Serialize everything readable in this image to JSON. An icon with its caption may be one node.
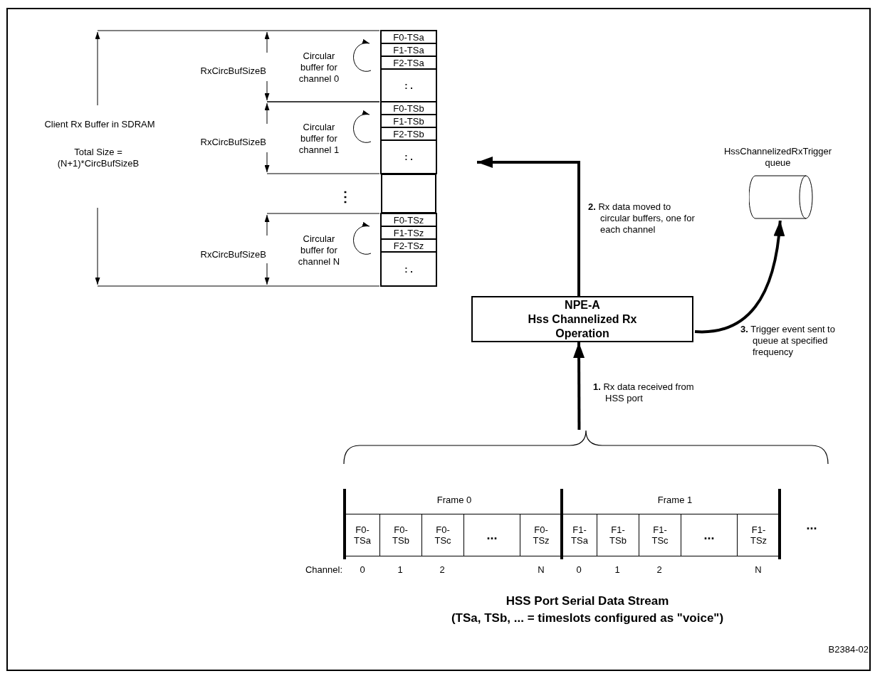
{
  "diagram": {
    "caption": "HSS Port Serial Data Stream",
    "nodes": [
      {
        "text": [
          "F0-TSa"
        ]
      },
      {
        "text": [
          "F1-TSa"
        ]
      },
      {
        "text": [
          "F2-TSa"
        ]
      },
      {
        "text": [
          ":  ."
        ]
      },
      {
        "text": [
          "F0-TSb"
        ]
      },
      {
        "text": [
          "F1-TSb"
        ]
      },
      {
        "text": [
          "F2-TSb"
        ]
      },
      {
        "text": [
          ":  ."
        ]
      },
      {
        "text": [],
        "shape": "box"
      },
      {
        "text": [
          "F0-TSz"
        ]
      },
      {
        "text": [
          "F1-TSz"
        ]
      },
      {
        "text": [
          "F2-TSz"
        ]
      },
      {
        "text": [
          ":  ."
        ]
      },
      {
        "text": [
          "NPE-A",
          "Hss Channelized Rx Operation"
        ]
      },
      {
        "text": [
          "HssChannelizedRxTrigger queue"
        ]
      },
      {
        "text": [
          "F0- TSa"
        ]
      },
      {
        "text": [
          "F0- TSb"
        ]
      },
      {
        "text": [
          "F0- TSc"
        ]
      },
      {
        "text": [
          "..."
        ]
      },
      {
        "text": [
          "F0- TSz"
        ]
      },
      {
        "text": [
          "F1- TSa"
        ]
      },
      {
        "text": [
          "F1- TSb"
        ]
      },
      {
        "text": [
          "F1- TSc"
        ]
      },
      {
        "text": [
          "..."
        ]
      },
      {
        "text": [
          "F1- TSz"
        ]
      },
      {
        "text": [],
        "shape": "brace"
      }
    ],
    "edges": [
      {
        "from": 25,
        "to": 13,
        "arrow": "to",
        "label": "**1.** Rx data received from HSS port"
      },
      {
        "from": 13,
        "to": null,
        "arrow": "to",
        "label": "**2.** Rx data moved to circular buffers, one for each channel"
      },
      {
        "from": 13,
        "to": 14,
        "arrow": "to",
        "label": "**3.** Trigger event sent to queue at specified frequency"
      }
    ],
    "labels": [
      "Circular buffer for channel 0",
      "RxCircBufSizeB",
      "Client Rx Buffer in SDRAM",
      "Total Size = (N+1)*CircBufSizeB",
      "Circular buffer for channel 1",
      "RxCircBufSizeB",
      "⋮",
      "Circular buffer for channel N",
      "RxCircBufSizeB",
      "Frame 0",
      "Frame 1",
      "...",
      "Channel:",
      "0",
      "1",
      "2",
      "N",
      "0",
      "1",
      "2",
      "N",
      "(TSa, TSb, ... = timeslots configured as \"voice\")",
      "B2384-02"
    ]
  }
}
